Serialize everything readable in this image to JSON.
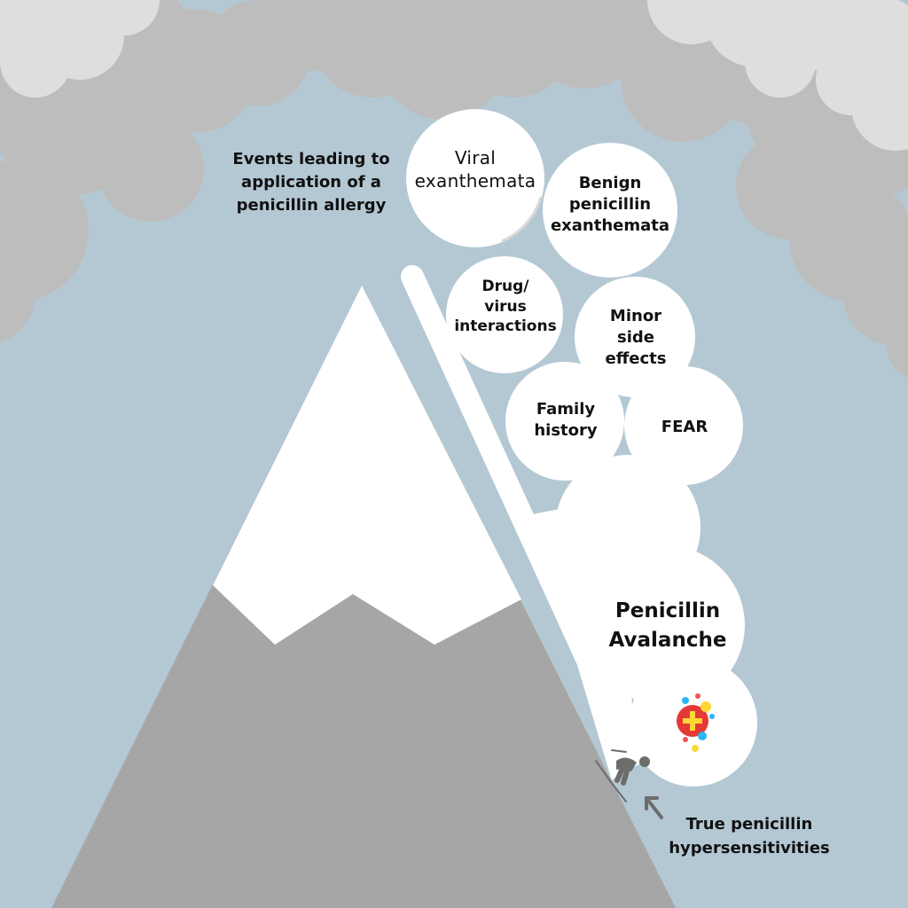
{
  "title": "Events leading to\napplication of a\npenicillin allergy",
  "bubbles": {
    "viral": "Viral\nexanthemata",
    "benign": "Benign\npenicillin\nexanthemata",
    "drug_virus": "Drug/\nvirus\ninteractions",
    "minor": "Minor\nside\neffects",
    "family": "Family\nhistory",
    "fear": "FEAR",
    "avalanche": "Penicillin\nAvalanche"
  },
  "annotation": "True penicillin\nhypersensitivities",
  "icons": {
    "pill": "medical-cross-pill-icon",
    "skier": "skier-icon",
    "arrow": "arrow-up-left-icon"
  },
  "colors": {
    "sky": "#b4c8d4",
    "cloud_dark": "#bdbdbd",
    "cloud_light": "#dedede",
    "mountain_rock": "#a6a6a6",
    "snow": "#ffffff",
    "bubble": "#ffffff",
    "pill_red": "#e53935",
    "pill_yellow": "#fdd835"
  }
}
